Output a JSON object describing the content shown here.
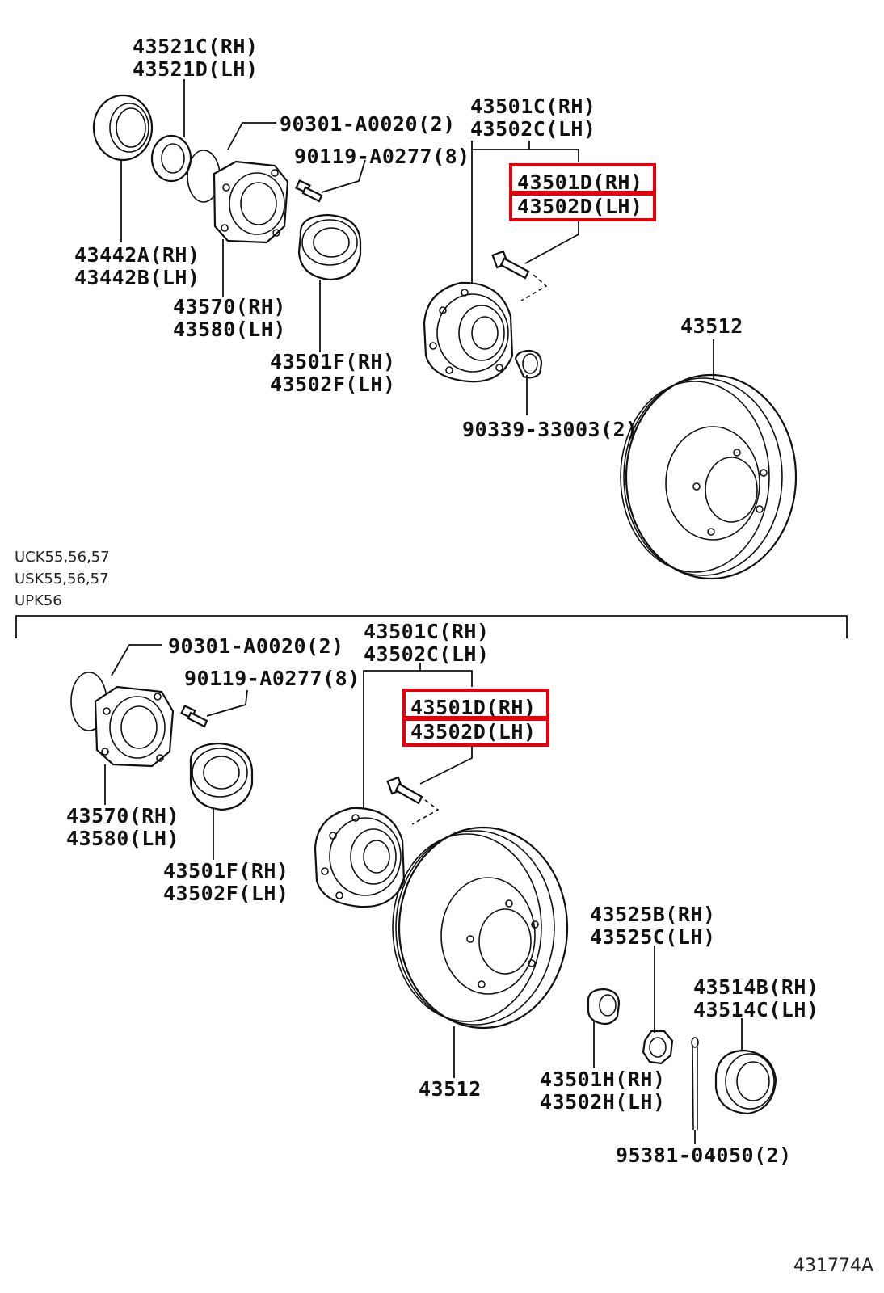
{
  "top_section": {
    "labels": {
      "p43521": [
        "43521C(RH)",
        "43521D(LH)"
      ],
      "p90301": [
        "90301-A0020(2)"
      ],
      "p90119": [
        "90119-A0277(8)"
      ],
      "p43501c": [
        "43501C(RH)",
        "43502C(LH)"
      ],
      "p43501d_rh": "43501D(RH)",
      "p43501d_lh": "43502D(LH)",
      "p43442": [
        "43442A(RH)",
        "43442B(LH)"
      ],
      "p43570": [
        "43570(RH)",
        "43580(LH)"
      ],
      "p43501f": [
        "43501F(RH)",
        "43502F(LH)"
      ],
      "p43512": [
        "43512"
      ],
      "p90339": [
        "90339-33003(2)"
      ]
    }
  },
  "applicability_note": [
    "UCK55,56,57",
    "USK55,56,57",
    "UPK56"
  ],
  "bottom_section": {
    "labels": {
      "p90301": [
        "90301-A0020(2)"
      ],
      "p90119": [
        "90119-A0277(8)"
      ],
      "p43501c": [
        "43501C(RH)",
        "43502C(LH)"
      ],
      "p43501d_rh": "43501D(RH)",
      "p43501d_lh": "43502D(LH)",
      "p43570": [
        "43570(RH)",
        "43580(LH)"
      ],
      "p43501f": [
        "43501F(RH)",
        "43502F(LH)"
      ],
      "p43525": [
        "43525B(RH)",
        "43525C(LH)"
      ],
      "p43514": [
        "43514B(RH)",
        "43514C(LH)"
      ],
      "p43512": [
        "43512"
      ],
      "p43501h": [
        "43501H(RH)",
        "43502H(LH)"
      ],
      "p95381": [
        "95381-04050(2)"
      ]
    }
  },
  "diagram_id": "431774A",
  "highlight_color": "#e3000f"
}
